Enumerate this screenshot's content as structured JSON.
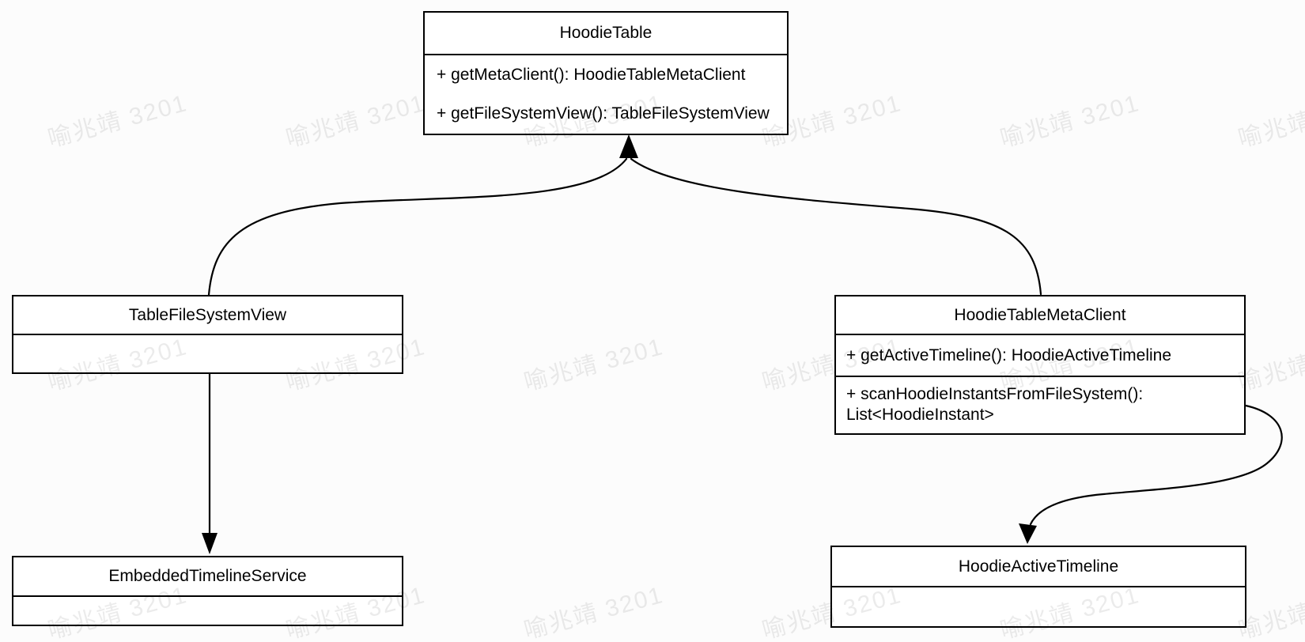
{
  "diagram": {
    "classes": [
      {
        "name": "HoodieTable",
        "methods": [
          "+ getMetaClient(): HoodieTableMetaClient",
          "+ getFileSystemView(): TableFileSystemView"
        ]
      },
      {
        "name": "TableFileSystemView",
        "methods": []
      },
      {
        "name": "HoodieTableMetaClient",
        "methods": [
          "+ getActiveTimeline(): HoodieActiveTimeline",
          "+ scanHoodieInstantsFromFileSystem(): List<HoodieInstant>"
        ]
      },
      {
        "name": "EmbeddedTimelineService",
        "methods": []
      },
      {
        "name": "HoodieActiveTimeline",
        "methods": []
      }
    ],
    "relations": [
      {
        "from": "TableFileSystemView",
        "to": "HoodieTable",
        "arrow": "filled-triangle-up"
      },
      {
        "from": "HoodieTableMetaClient",
        "to": "HoodieTable",
        "arrow": "filled-triangle-up"
      },
      {
        "from": "TableFileSystemView",
        "to": "EmbeddedTimelineService",
        "arrow": "filled-arrow-down"
      },
      {
        "from": "HoodieTableMetaClient",
        "to": "HoodieActiveTimeline",
        "arrow": "filled-arrow-down"
      }
    ]
  },
  "watermark": {
    "text": "喻兆靖 3201",
    "color": "#ebebeb"
  }
}
